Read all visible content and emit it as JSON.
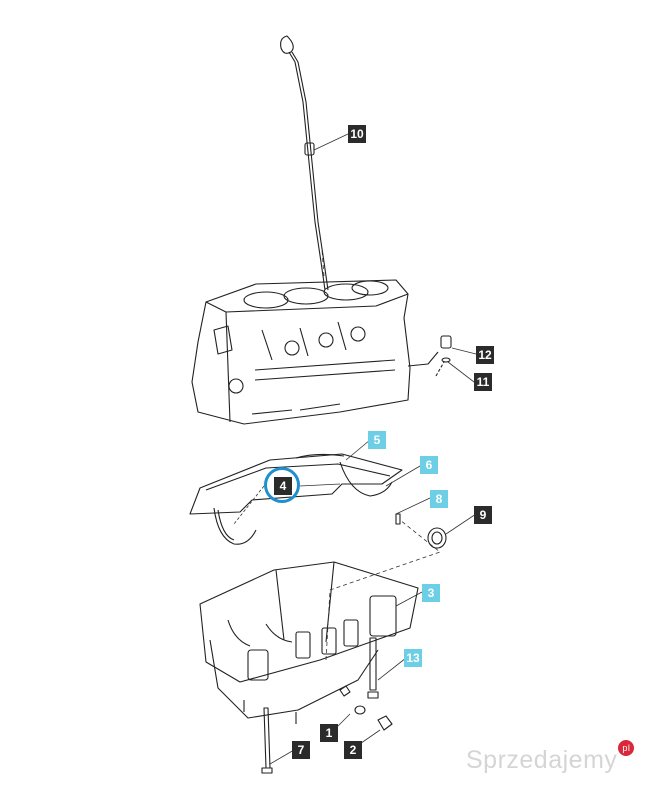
{
  "callouts": [
    {
      "label": "10",
      "style": "dark"
    },
    {
      "label": "12",
      "style": "dark"
    },
    {
      "label": "11",
      "style": "dark"
    },
    {
      "label": "5",
      "style": "cyan"
    },
    {
      "label": "6",
      "style": "cyan"
    },
    {
      "label": "4",
      "style": "dark",
      "highlighted": true
    },
    {
      "label": "8",
      "style": "cyan"
    },
    {
      "label": "9",
      "style": "dark"
    },
    {
      "label": "3",
      "style": "cyan"
    },
    {
      "label": "13",
      "style": "cyan"
    },
    {
      "label": "1",
      "style": "dark"
    },
    {
      "label": "2",
      "style": "dark"
    },
    {
      "label": "7",
      "style": "dark"
    }
  ],
  "colors": {
    "highlight_ring": "#1f8fd0",
    "callout_dark": "#2b2b2b",
    "callout_cyan": "#6ccfe6"
  },
  "watermark": {
    "text": "Sprzedajemy",
    "badge": "pl"
  }
}
